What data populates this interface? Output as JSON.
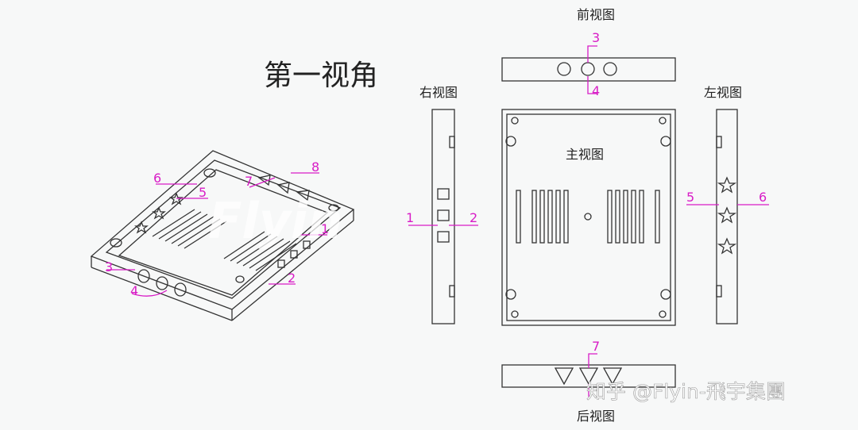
{
  "title": "第一视角",
  "views": {
    "front": "前视图",
    "right": "右视图",
    "left": "左视图",
    "main": "主视图",
    "back": "后视图"
  },
  "callouts": {
    "iso": [
      "6",
      "5",
      "7",
      "8",
      "1",
      "2",
      "3",
      "4"
    ],
    "front_top": "3",
    "front_bottom": "4",
    "right_left": "1",
    "right_right": "2",
    "left_left": "5",
    "left_right": "6",
    "back_top": "7"
  },
  "watermark": "知乎 @Flyin-飛宇集團",
  "colors": {
    "callout": "#d81cc6",
    "line": "#333333",
    "background": "#f7f8f8"
  }
}
